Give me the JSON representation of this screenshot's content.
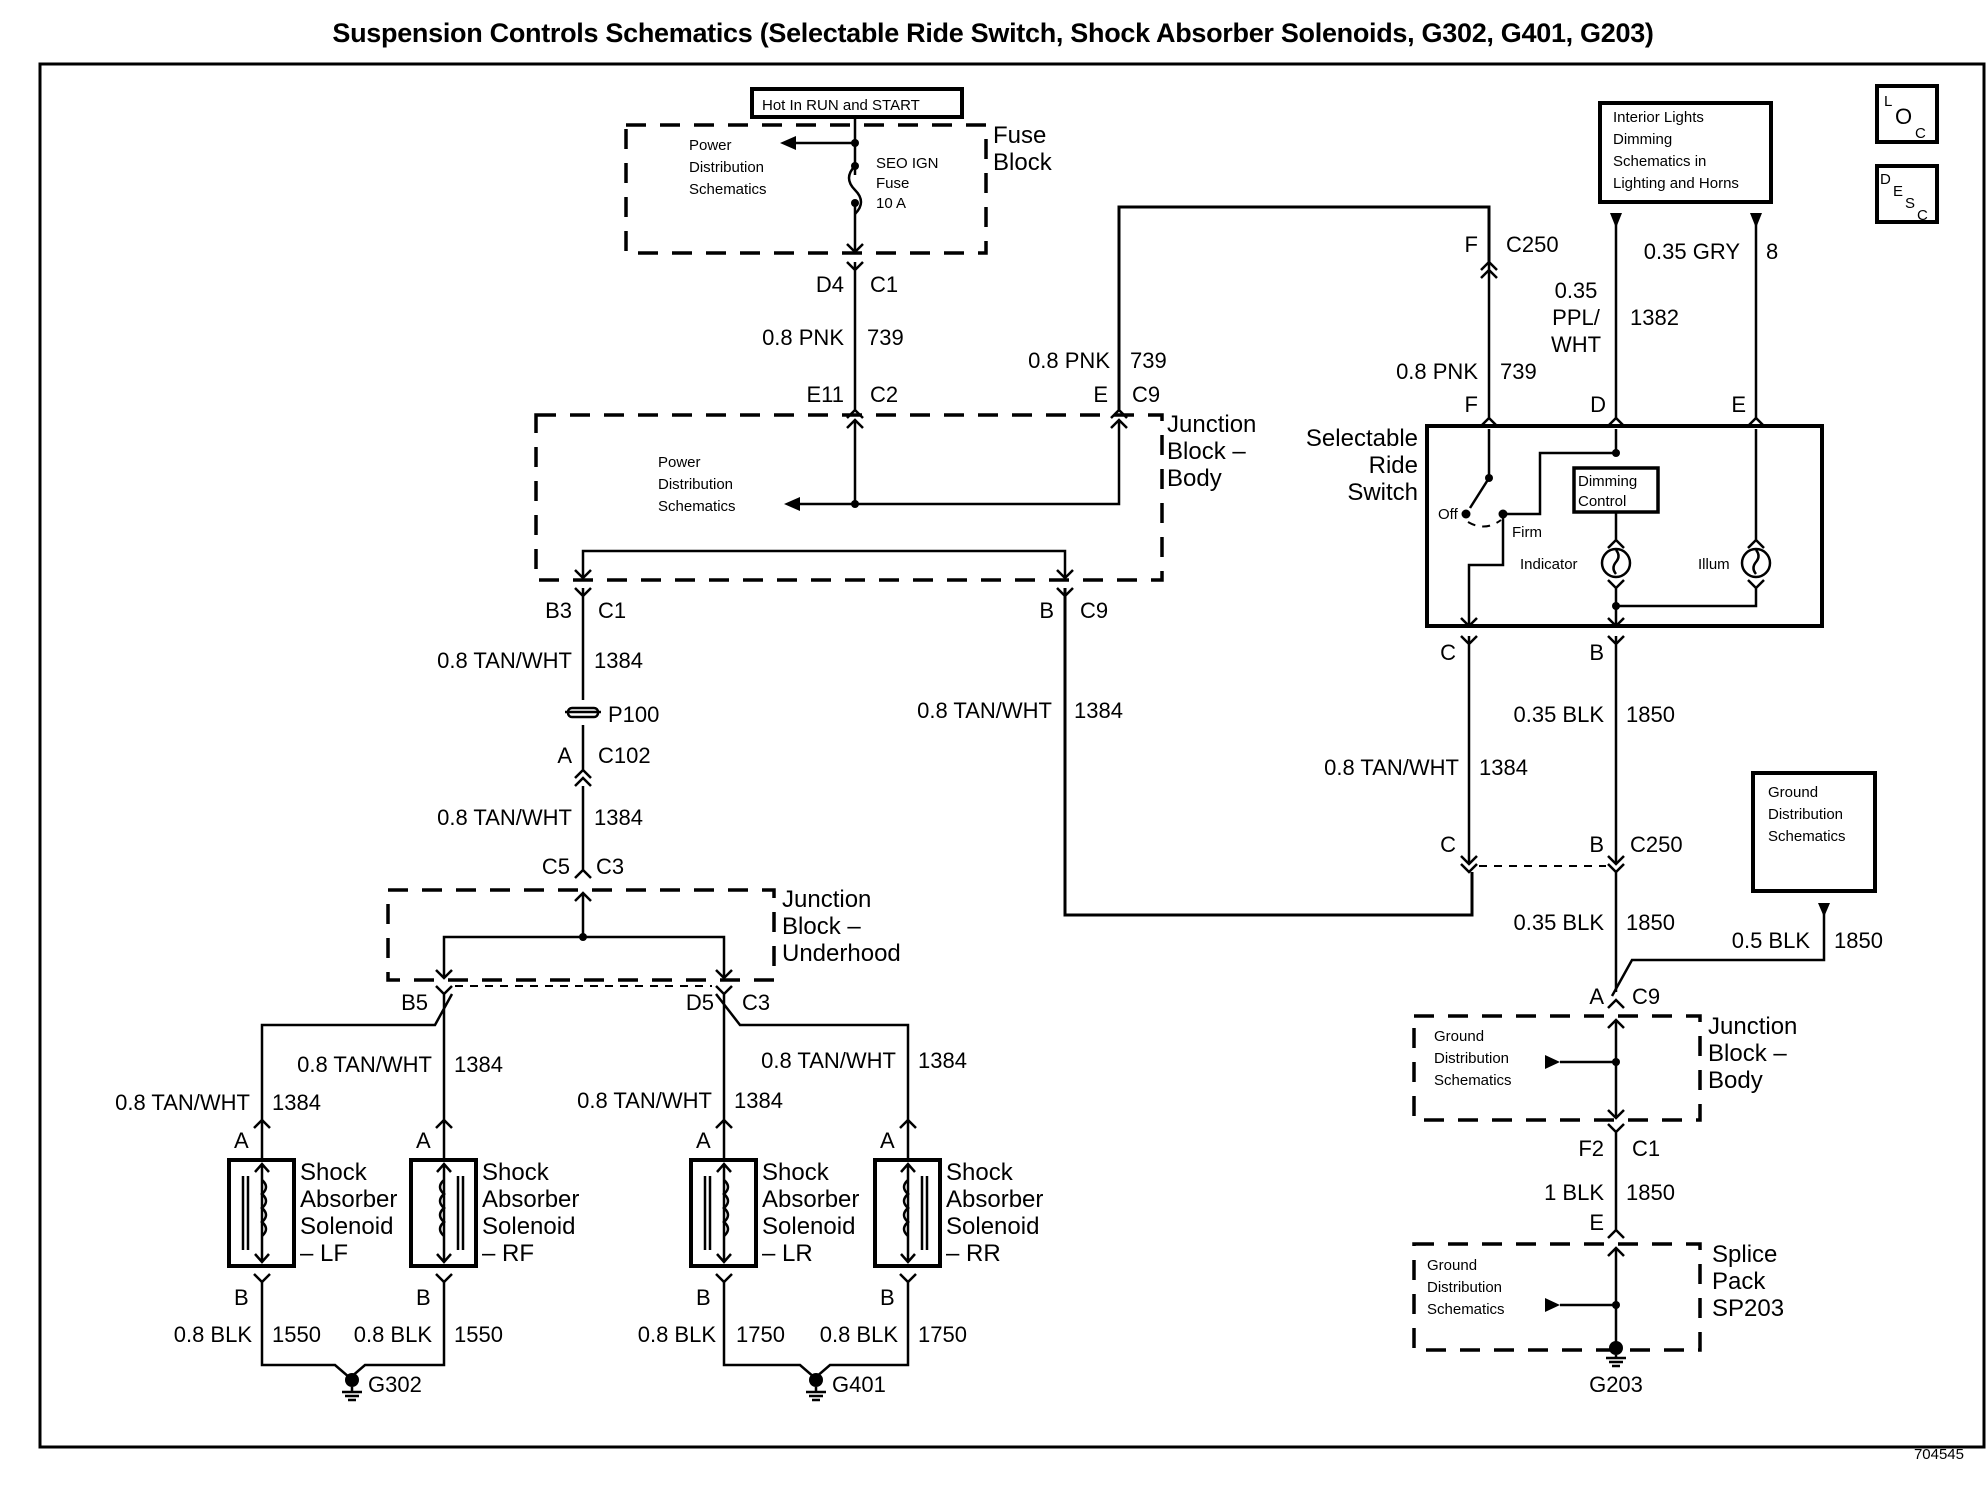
{
  "title": "Suspension Controls Schematics (Selectable Ride Switch, Shock Absorber Solenoids, G302, G401, G203)",
  "doc_id": "704545",
  "corner_icons": {
    "loc": [
      "L",
      "O",
      "C"
    ],
    "desc": [
      "D",
      "E",
      "S",
      "C"
    ]
  },
  "fuse_block": {
    "hot_label": "Hot In RUN and START",
    "name": [
      "Fuse",
      "Block"
    ],
    "power_dist": [
      "Power",
      "Distribution",
      "Schematics"
    ],
    "fuse": [
      "SEO IGN",
      "Fuse",
      "10 A"
    ]
  },
  "jb_body_top": {
    "name": [
      "Junction",
      "Block –",
      "Body"
    ],
    "power_dist": [
      "Power",
      "Distribution",
      "Schematics"
    ]
  },
  "jb_underhood": {
    "name": [
      "Junction",
      "Block –",
      "Underhood"
    ]
  },
  "jb_body_bottom": {
    "name": [
      "Junction",
      "Block –",
      "Body"
    ],
    "ground_dist": [
      "Ground",
      "Distribution",
      "Schematics"
    ]
  },
  "splice_pack": {
    "name": [
      "Splice",
      "Pack",
      "SP203"
    ],
    "ground_dist": [
      "Ground",
      "Distribution",
      "Schematics"
    ]
  },
  "interior_lights_ref": [
    "Interior Lights",
    "Dimming",
    "Schematics in",
    "Lighting and Horns"
  ],
  "ground_dist_ref": [
    "Ground",
    "Distribution",
    "Schematics"
  ],
  "ride_switch": {
    "name": [
      "Selectable",
      "Ride",
      "Switch"
    ],
    "off": "Off",
    "firm": "Firm",
    "dimming": [
      "Dimming",
      "Control"
    ],
    "indicator": "Indicator",
    "illum": "Illum"
  },
  "connectors": {
    "d4": "D4",
    "c1a": "C1",
    "e11": "E11",
    "c2": "C2",
    "e": "E",
    "c9a": "C9",
    "b3": "B3",
    "c1b": "C1",
    "b": "B",
    "c9b": "C9",
    "p100": "P100",
    "a": "A",
    "c102": "C102",
    "c5": "C5",
    "c3a": "C3",
    "b5": "B5",
    "d5": "D5",
    "c3b": "C3",
    "f1": "F",
    "c250a": "C250",
    "f2": "F",
    "d": "D",
    "e2": "E",
    "c": "C",
    "b2": "B",
    "c_low": "C",
    "b_low": "B",
    "c250b": "C250",
    "a2": "A",
    "c9c": "C9",
    "f2c": "F2",
    "c1c": "C1",
    "e3": "E"
  },
  "wires": {
    "pnk1": {
      "gauge": "0.8 PNK",
      "circuit": "739"
    },
    "pnk2": {
      "gauge": "0.8 PNK",
      "circuit": "739"
    },
    "pnk3": {
      "gauge": "0.8 PNK",
      "circuit": "739"
    },
    "tan1": {
      "gauge": "0.8 TAN/WHT",
      "circuit": "1384"
    },
    "tan2": {
      "gauge": "0.8 TAN/WHT",
      "circuit": "1384"
    },
    "tan3": {
      "gauge": "0.8 TAN/WHT",
      "circuit": "1384"
    },
    "tan4": {
      "gauge": "0.8 TAN/WHT",
      "circuit": "1384"
    },
    "tan_lf": {
      "gauge": "0.8 TAN/WHT",
      "circuit": "1384"
    },
    "tan_rf": {
      "gauge": "0.8 TAN/WHT",
      "circuit": "1384"
    },
    "tan_lr": {
      "gauge": "0.8 TAN/WHT",
      "circuit": "1384"
    },
    "tan_rr": {
      "gauge": "0.8 TAN/WHT",
      "circuit": "1384"
    },
    "ppl": {
      "gauge": [
        "0.35",
        "PPL/",
        "WHT"
      ],
      "circuit": "1382"
    },
    "gry": {
      "gauge": "0.35 GRY",
      "circuit": "8"
    },
    "blk1": {
      "gauge": "0.35 BLK",
      "circuit": "1850"
    },
    "blk2": {
      "gauge": "0.35 BLK",
      "circuit": "1850"
    },
    "blk3": {
      "gauge": "0.5 BLK",
      "circuit": "1850"
    },
    "blk4": {
      "gauge": "1 BLK",
      "circuit": "1850"
    },
    "blk_lf": {
      "gauge": "0.8 BLK",
      "circuit": "1550"
    },
    "blk_rf": {
      "gauge": "0.8 BLK",
      "circuit": "1550"
    },
    "blk_lr": {
      "gauge": "0.8 BLK",
      "circuit": "1750"
    },
    "blk_rr": {
      "gauge": "0.8 BLK",
      "circuit": "1750"
    }
  },
  "solenoids": [
    {
      "name": [
        "Shock",
        "Absorber",
        "Solenoid",
        "– LF"
      ],
      "pin_a": "A",
      "pin_b": "B"
    },
    {
      "name": [
        "Shock",
        "Absorber",
        "Solenoid",
        "– RF"
      ],
      "pin_a": "A",
      "pin_b": "B"
    },
    {
      "name": [
        "Shock",
        "Absorber",
        "Solenoid",
        "– LR"
      ],
      "pin_a": "A",
      "pin_b": "B"
    },
    {
      "name": [
        "Shock",
        "Absorber",
        "Solenoid",
        "– RR"
      ],
      "pin_a": "A",
      "pin_b": "B"
    }
  ],
  "grounds": {
    "g302": "G302",
    "g401": "G401",
    "g203": "G203"
  }
}
